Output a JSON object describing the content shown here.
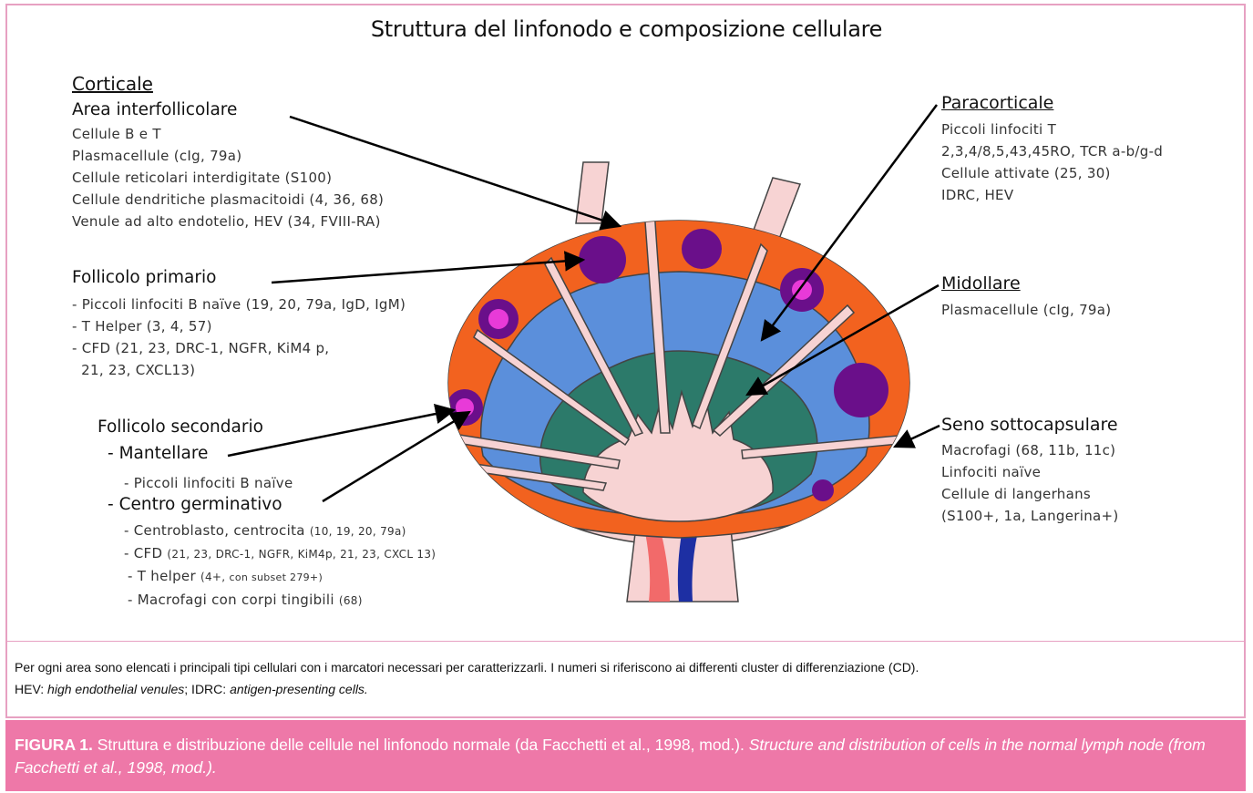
{
  "title": "Struttura del linfonodo e composizione cellulare",
  "corticale": {
    "heading": "Corticale",
    "interfollicular": {
      "heading": "Area interfollicolare",
      "lines": [
        "Cellule B e T",
        "Plasmacellule (cIg, 79a)",
        "Cellule reticolari interdigitate (S100)",
        "Cellule dendritiche plasmacitoidi (4, 36, 68)",
        "Venule ad alto endotelio, HEV (34, FVIII-RA)"
      ]
    },
    "primary": {
      "heading": "Follicolo primario",
      "lines": [
        "- Piccoli linfociti B naïve (19, 20, 79a, IgD, IgM)",
        "- T Helper (3, 4, 57)",
        "- CFD (21, 23, DRC-1, NGFR, KiM4 p,",
        "  21, 23, CXCL13)"
      ]
    },
    "secondary": {
      "heading": "Follicolo secondario",
      "mantle_prefix": "- ",
      "mantle": "Mantellare",
      "mantle_lines": [
        "- Piccoli linfociti B naïve"
      ],
      "germinal_prefix": "- ",
      "germinal": "Centro germinativo",
      "germ_line1_text": "- Centroblasto, centrocita ",
      "germ_line1_small": "(10, 19, 20, 79a)",
      "germ_line2_text": "- CFD ",
      "germ_line2_small": "(21, 23, DRC-1, NGFR, KiM4p, 21, 23, CXCL 13)",
      "germ_line3_text": "- T helper ",
      "germ_line3_small": "(4+, ",
      "germ_line3_tiny": "con subset 279+)",
      "germ_line4_text": "- Macrofagi con corpi tingibili ",
      "germ_line4_small": "(68)"
    }
  },
  "paracorticale": {
    "heading": "Paracorticale",
    "lines": [
      "Piccoli linfociti T",
      "2,3,4/8,5,43,45RO, TCR a-b/g-d",
      "Cellule attivate (25, 30)",
      "IDRC, HEV"
    ]
  },
  "midollare": {
    "heading": "Midollare",
    "lines": [
      "Plasmacellule (cIg, 79a)"
    ]
  },
  "seno": {
    "heading": "Seno sottocapsulare",
    "lines": [
      "Macrofagi (68, 11b, 11c)",
      "Linfociti naïve",
      "Cellule di langerhans",
      "(S100+, 1a, Langerina+)"
    ]
  },
  "note": {
    "line1": "Per ogni area sono elencati i principali tipi cellulari con i marcatori necessari per caratterizzarli. I numeri si riferiscono ai differenti cluster di differenziazione (CD).",
    "hev_label": "HEV: ",
    "hev_def": "high endothelial venules",
    "sep": "; IDRC: ",
    "idrc_def": "antigen-presenting cells."
  },
  "caption": {
    "fig": "FIGURA 1.",
    "it": " Struttura e distribuzione delle cellule nel linfonodo normale (da Facchetti et al., 1998, mod.). ",
    "en": "Structure and distribution of cells in the normal lymph node (from Facchetti et al., 1998, mod.)."
  },
  "colors": {
    "capsule": "#f7d3d3",
    "cortex": "#f2621f",
    "follicle": "#6a0f8a",
    "germinal_center": "#e83ad8",
    "paracortex": "#5b8fdb",
    "medulla": "#2c7a6a",
    "artery": "#f26a6a",
    "vein": "#1d2fa3",
    "frame": "#e7a1c2",
    "caption_bg": "#ee78a8"
  }
}
